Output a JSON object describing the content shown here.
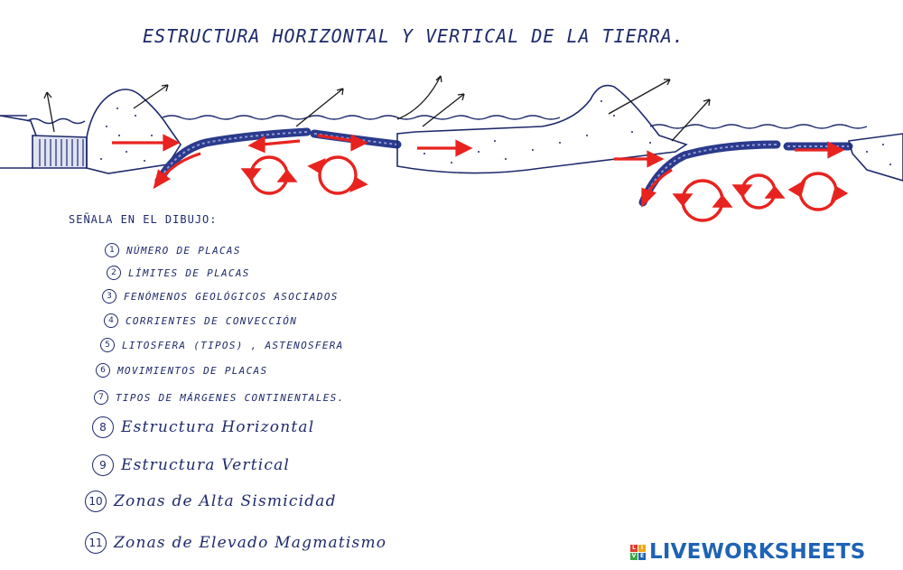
{
  "title": "ESTRUCTURA HORIZONTAL Y VERTICAL DE LA TIERRA.",
  "instructions": {
    "heading": "SEÑALA EN EL DIBUJO:",
    "items": [
      {
        "number": "1",
        "text": "NÚMERO DE PLACAS"
      },
      {
        "number": "2",
        "text": "LÍMITES DE PLACAS"
      },
      {
        "number": "3",
        "text": "FENÓMENOS GEOLÓGICOS ASOCIADOS"
      },
      {
        "number": "4",
        "text": "CORRIENTES DE CONVECCIÓN"
      },
      {
        "number": "5",
        "text": "LITOSFERA (TIPOS) , ASTENOSFERA"
      },
      {
        "number": "6",
        "text": "MOVIMIENTOS DE PLACAS"
      },
      {
        "number": "7",
        "text": "TIPOS DE MÁRGENES CONTINENTALES."
      },
      {
        "number": "8",
        "text": "Estructura Horizontal"
      },
      {
        "number": "9",
        "text": "Estructura Vertical"
      },
      {
        "number": "10",
        "text": "Zonas de Alta Sismicidad"
      },
      {
        "number": "11",
        "text": "Zonas de Elevado Magmatismo"
      }
    ]
  },
  "brand": {
    "name": "LIVEWORKSHEETS",
    "badge_letters": [
      "L",
      "I",
      "V",
      "E"
    ],
    "badge_colors": [
      "#e63a2e",
      "#f2a71b",
      "#3aa845",
      "#1e63b5"
    ],
    "color": "#1e63b5"
  },
  "colors": {
    "ink": "#1f2a6b",
    "arrow_red": "#e8231f",
    "plate_blue": "#2b3a8c"
  }
}
